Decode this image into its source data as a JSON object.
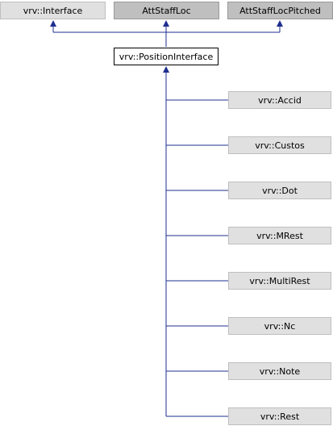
{
  "diagram": {
    "bases": [
      {
        "label": "vrv::Interface",
        "style": "light"
      },
      {
        "label": "AttStaffLoc",
        "style": "dark"
      },
      {
        "label": "AttStaffLocPitched",
        "style": "dark"
      }
    ],
    "focus": {
      "label": "vrv::PositionInterface"
    },
    "derived": [
      {
        "label": "vrv::Accid"
      },
      {
        "label": "vrv::Custos"
      },
      {
        "label": "vrv::Dot"
      },
      {
        "label": "vrv::MRest"
      },
      {
        "label": "vrv::MultiRest"
      },
      {
        "label": "vrv::Nc"
      },
      {
        "label": "vrv::Note"
      },
      {
        "label": "vrv::Rest"
      }
    ],
    "colors": {
      "edge": "#1f2f8f",
      "border": "#bfbfbf",
      "light_fill": "#e0e0e0",
      "dark_fill": "#bfbfbf"
    }
  }
}
